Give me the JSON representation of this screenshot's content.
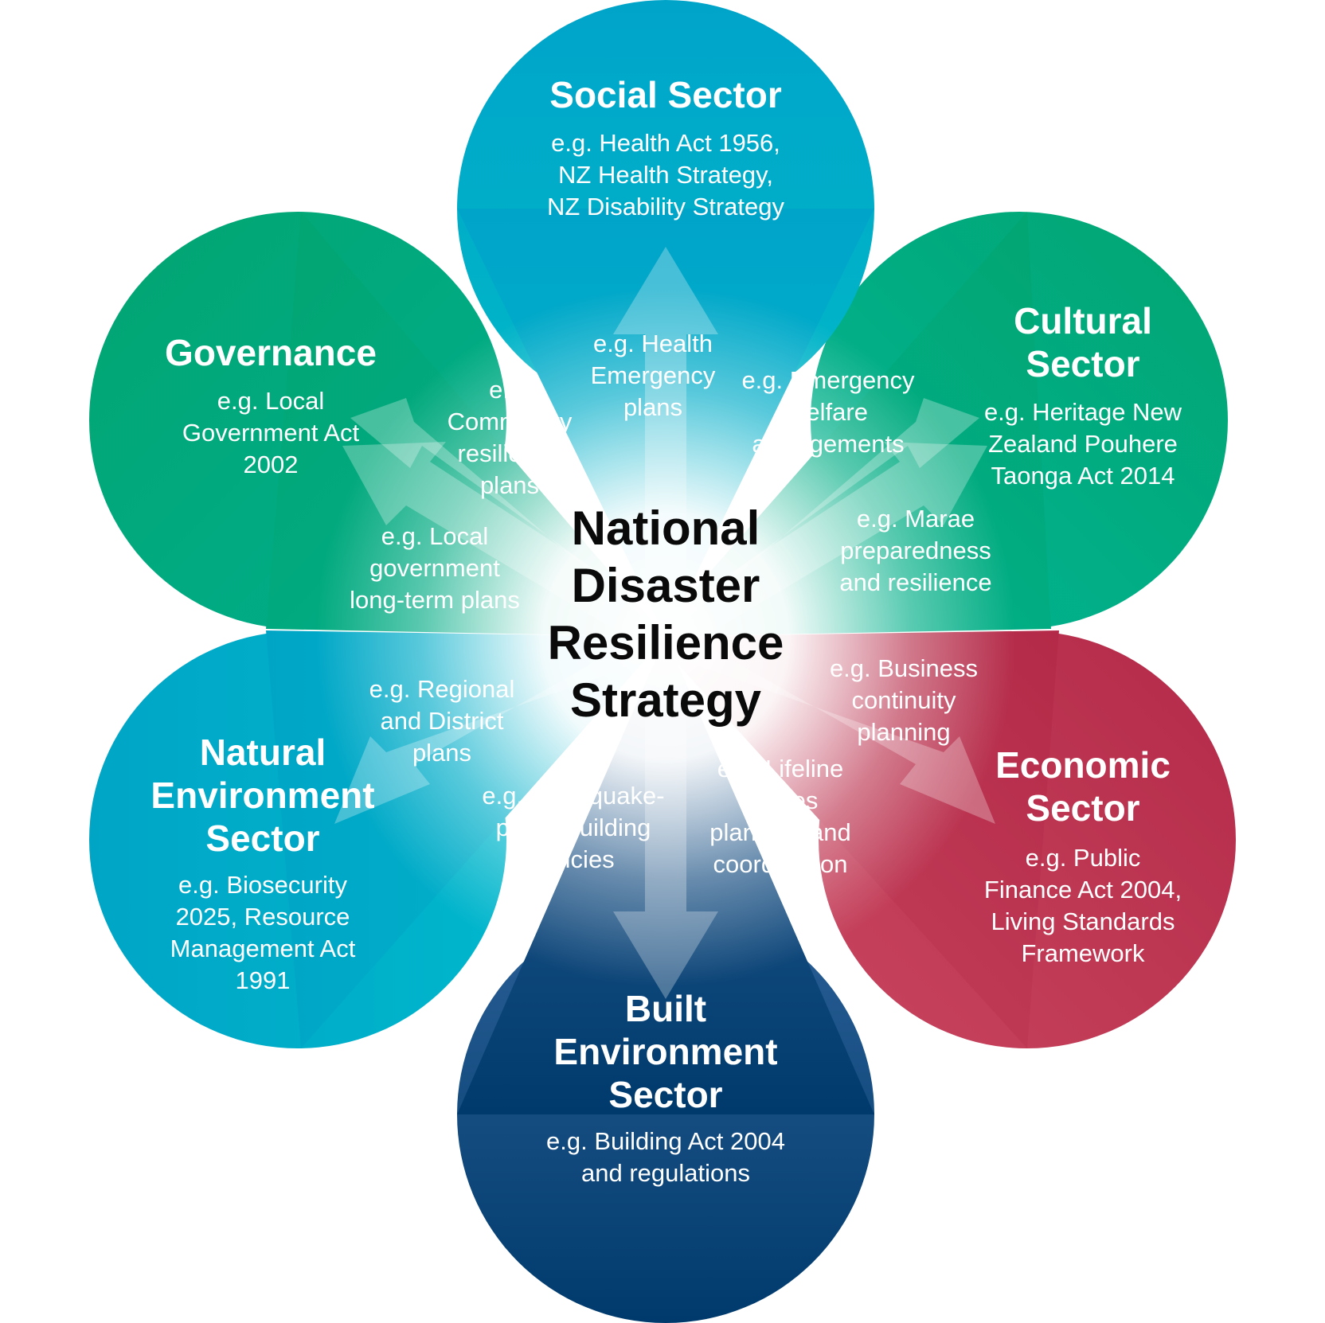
{
  "center": {
    "title": "National\nDisaster\nResilience\nStrategy"
  },
  "petals": {
    "social": {
      "title": "Social Sector",
      "example": "e.g. Health Act 1956,\nNZ Health Strategy,\nNZ Disability Strategy",
      "color": "#00a8c8"
    },
    "cultural": {
      "title": "Cultural\nSector",
      "example": "e.g. Heritage New\nZealand Pouhere\nTaonga Act 2014",
      "color": "#00a57a"
    },
    "economic": {
      "title": "Economic\nSector",
      "example": "e.g. Public\nFinance Act 2004,\nLiving Standards\nFramework",
      "color": "#b02a4e"
    },
    "built": {
      "title": "Built\nEnvironment\nSector",
      "example": "e.g. Building Act 2004\nand regulations",
      "color": "#003d70"
    },
    "natural": {
      "title": "Natural\nEnvironment\nSector",
      "example": "e.g. Biosecurity\n2025, Resource\nManagement Act\n1991",
      "color": "#00aecb"
    },
    "governance": {
      "title": "Governance",
      "example": "e.g. Local\nGovernment Act\n2002",
      "color": "#00a57a"
    }
  },
  "arrows": {
    "health_emergency": "e.g. Health\nEmergency\nplans",
    "emergency_welfare": "e.g. Emergency\nwelfare\narrangements",
    "marae": "e.g. Marae\npreparedness\nand resilience",
    "business_continuity": "e.g. Business\ncontinuity\nplanning",
    "lifeline": "e.g. Lifeline\nutilities\nplanning and\ncoordination",
    "earthquake": "e.g. Earthquake-\nprone building\npolicies",
    "regional_district": "e.g. Regional\nand District\nplans",
    "local_government_ltp": "e.g. Local\ngovernment\nlong-term plans",
    "community_resilience": "e.g.\nCommunity\nresilience\nplans"
  }
}
